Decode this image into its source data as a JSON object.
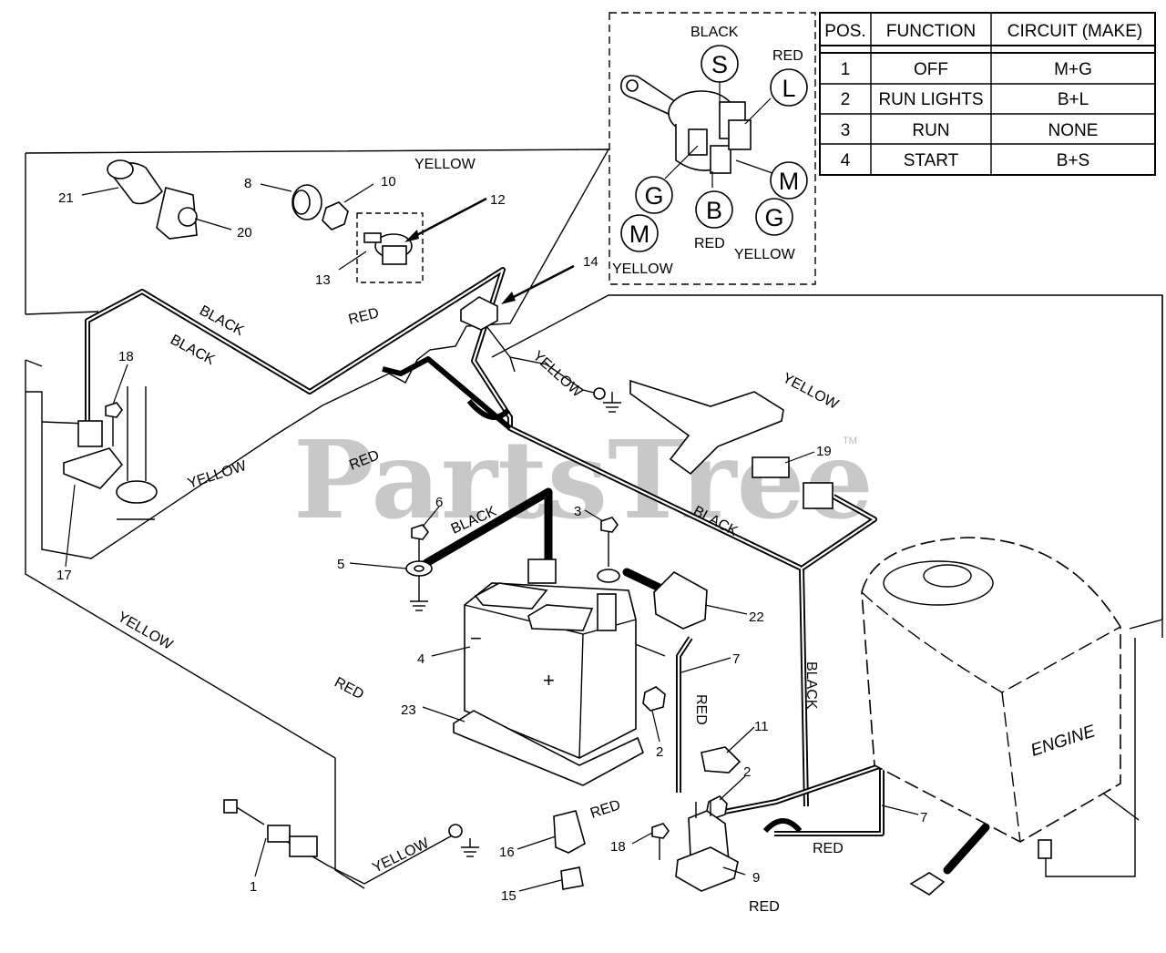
{
  "watermark": {
    "text": "PartsTree",
    "tm": "TM"
  },
  "table": {
    "headers": [
      "POS.",
      "FUNCTION",
      "CIRCUIT  (MAKE)"
    ],
    "rows": [
      [
        "1",
        "OFF",
        "M+G"
      ],
      [
        "2",
        "RUN LIGHTS",
        "B+L"
      ],
      [
        "3",
        "RUN",
        "NONE"
      ],
      [
        "4",
        "START",
        "B+S"
      ]
    ]
  },
  "switch_detail": {
    "pins": {
      "s": "S",
      "l": "L",
      "m1": "M",
      "g1": "G",
      "b": "B",
      "g2": "G",
      "m2": "M"
    },
    "labels": {
      "black": "BLACK",
      "red_top": "RED",
      "red_bottom": "RED",
      "yellow_left": "YELLOW",
      "yellow_right": "YELLOW"
    }
  },
  "wire_labels": {
    "yellow_top": "YELLOW",
    "black_1": "BLACK",
    "black_2": "BLACK",
    "red_1": "RED",
    "yellow_2": "YELLOW",
    "yellow_3": "YELLOW",
    "yellow_4": "YELLOW",
    "red_2": "RED",
    "black_3": "BLACK",
    "black_4": "BLACK",
    "yellow_5": "YELLOW",
    "red_3": "RED",
    "red_4": "RED",
    "black_5": "BLACK",
    "red_5": "RED",
    "yellow_6": "YELLOW",
    "red_6": "RED",
    "red_7": "RED"
  },
  "engine_label": "ENGINE",
  "callouts": {
    "p1": "1",
    "p2a": "2",
    "p2b": "2",
    "p3": "3",
    "p4": "4",
    "p5": "5",
    "p6": "6",
    "p7a": "7",
    "p7b": "7",
    "p8": "8",
    "p9": "9",
    "p10": "10",
    "p11": "11",
    "p12": "12",
    "p13": "13",
    "p14": "14",
    "p15": "15",
    "p16": "16",
    "p17": "17",
    "p18a": "18",
    "p18b": "18",
    "p19": "19",
    "p20": "20",
    "p21": "21",
    "p22": "22",
    "p23": "23"
  }
}
